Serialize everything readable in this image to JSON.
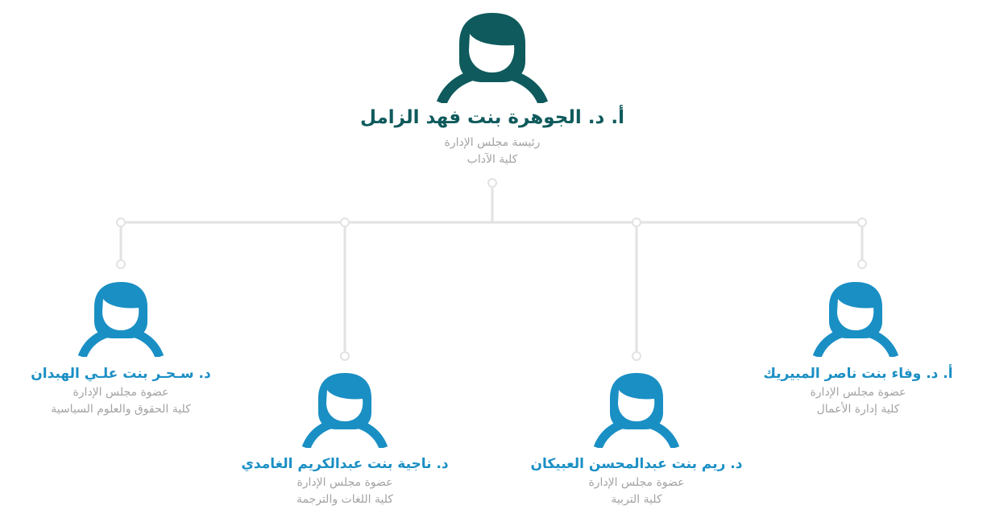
{
  "colors": {
    "root_accent": "#0f5a5c",
    "member_accent": "#1a8fc4",
    "subtext": "#a3a3a3",
    "connector": "#e2e2e2"
  },
  "icons": {
    "person": "person-avatar-icon"
  },
  "root": {
    "name": "أ. د. الجوهرة بنت فهد الزامل",
    "role": "رئيسة مجلس الإدارة",
    "college": "كلية الآداب"
  },
  "members": [
    {
      "name": "د. سـحـر بنت علـي الهبدان",
      "role": "عضوة مجلس الإدارة",
      "college": "كلية الحقوق والعلوم السياسية"
    },
    {
      "name": "د. ناجية بنت عبدالكريم الغامدي",
      "role": "عضوة مجلس الإدارة",
      "college": "كلية اللغات والترجمة"
    },
    {
      "name": "د. ريم بنت عبدالمحسن العبيكان",
      "role": "عضوة مجلس الإدارة",
      "college": "كلية التربية"
    },
    {
      "name": "أ. د. وفاء بنت ناصر المبيريك",
      "role": "عضوة مجلس الإدارة",
      "college": "كلية إدارة الأعمال"
    }
  ]
}
